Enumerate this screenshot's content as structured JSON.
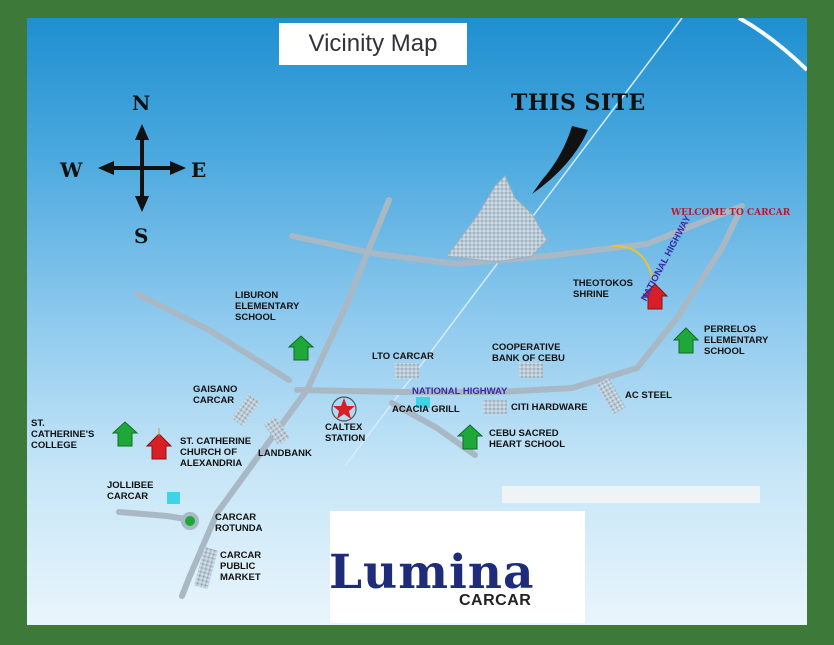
{
  "title": "Vicinity Map",
  "compass": {
    "north": "N",
    "south": "S",
    "east": "E",
    "west": "W"
  },
  "this_site": "THIS SITE",
  "welcome_sign": "WELCOME TO CARCAR",
  "roads": {
    "national_highway_center": "NATIONAL HIGHWAY",
    "national_highway_east": "NATIONAL HIGHWAY"
  },
  "landmarks": {
    "liburon": [
      "LIBURON",
      "ELEMENTARY",
      "SCHOOL"
    ],
    "theotokos": [
      "THEOTOKOS",
      "SHRINE"
    ],
    "perrelos": [
      "PERRELOS",
      "ELEMENTARY",
      "SCHOOL"
    ],
    "cooperative": [
      "COOPERATIVE",
      "BANK OF CEBU"
    ],
    "lto": "LTO CARCAR",
    "gaisano": [
      "GAISANO",
      "CARCAR"
    ],
    "ac_steel": "AC STEEL",
    "acacia": "ACACIA GRILL",
    "citi": "CITI HARDWARE",
    "caltex": [
      "CALTEX",
      "STATION"
    ],
    "st_catherine_college": [
      "ST.",
      "CATHERINE'S",
      "COLLEGE"
    ],
    "st_catherine_church": [
      "ST. CATHERINE",
      "CHURCH OF",
      "ALEXANDRIA"
    ],
    "landbank": "LANDBANK",
    "cebu_sacred": [
      "CEBU SACRED",
      "HEART SCHOOL"
    ],
    "jollibee": [
      "JOLLIBEE",
      "CARCAR"
    ],
    "rotunda": [
      "CARCAR",
      "ROTUNDA"
    ],
    "public_market": [
      "CARCAR",
      "PUBLIC",
      "MARKET"
    ]
  },
  "logo": {
    "word": "Lumina",
    "sub": "CARCAR"
  },
  "colors": {
    "frame": "#3d7a3a",
    "school_marker": "#1ea83a",
    "church_marker": "#d91f26",
    "logo_blue": "#1e2c7a",
    "logo_roof": "#c8232b"
  }
}
